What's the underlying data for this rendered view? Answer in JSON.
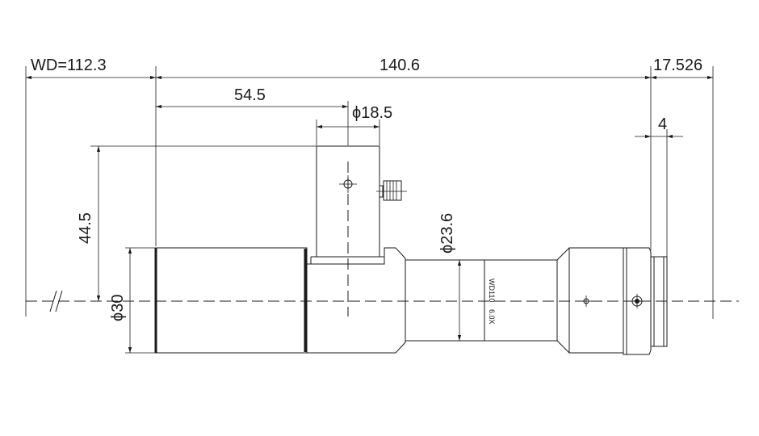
{
  "dimensions": {
    "working_distance": "WD=112.3",
    "total_length": "140.6",
    "rear_length": "17.526",
    "mount_width": "4",
    "port_offset": "54.5",
    "port_diameter": "ϕ18.5",
    "port_height": "44.5",
    "body_diameter": "ϕ30",
    "middle_diameter": "ϕ23.6"
  },
  "lens_label": {
    "model": "WD110",
    "magnification": "6.0X"
  },
  "colors": {
    "line": "#1a1a1a",
    "background": "#ffffff"
  }
}
